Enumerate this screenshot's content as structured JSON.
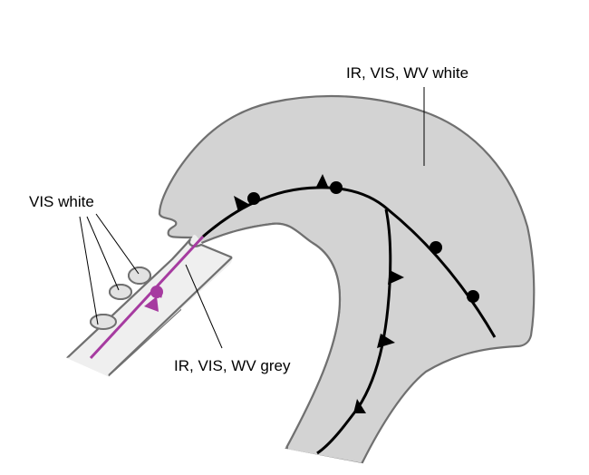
{
  "diagram": {
    "title": "Cloud features of a frontal system in satellite imagery",
    "labels": {
      "main_cloud": "IR, VIS, WV white",
      "lower_band": "IR, VIS, WV grey",
      "cells": "VIS white"
    },
    "colors": {
      "main_cloud_fill": "#d3d3d3",
      "band_fill": "#efefef",
      "outline": "#707070",
      "front_line": "#000000",
      "stationary_front": "#a63ba0",
      "cell_fill": "#e2e2e2",
      "background": "#ffffff"
    },
    "features": [
      {
        "name": "main-cloud-shield",
        "kind": "cloud area",
        "appearance": "white in IR, VIS and WV"
      },
      {
        "name": "cold-front-band",
        "kind": "cloud band",
        "appearance": "grey"
      },
      {
        "name": "trailing-band",
        "kind": "cloud band",
        "appearance": "grey"
      },
      {
        "name": "convective-cells",
        "kind": "cells",
        "count": 3,
        "appearance": "white in VIS"
      },
      {
        "name": "occluded-front",
        "kind": "front",
        "symbols": "triangles and semicircles"
      },
      {
        "name": "cold-front",
        "kind": "front",
        "symbols": "triangles"
      },
      {
        "name": "warm-front-branch",
        "kind": "front",
        "symbols": "semicircles"
      },
      {
        "name": "stationary-front",
        "kind": "front",
        "symbols": "triangle and semicircle"
      }
    ]
  }
}
